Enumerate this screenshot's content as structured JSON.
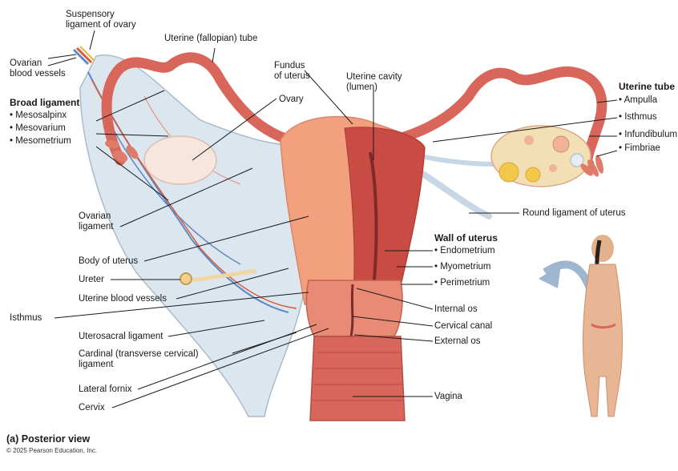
{
  "figure": {
    "caption": "(a) Posterior view",
    "credit": "© 2025 Pearson Education, Inc.",
    "colors": {
      "tube": "#d9665a",
      "uterus": "#f3a07e",
      "uterus_wall": "#c84b44",
      "ligament": "#dce6ef",
      "ovary": "#f6e6dd",
      "vessel_blue": "#5e88c4",
      "vessel_red": "#d85a3c",
      "leader": "#1a1a1a"
    }
  },
  "labels": {
    "suspensory": [
      "Suspensory",
      "ligament of ovary"
    ],
    "ovarian_vessels": [
      "Ovarian",
      "blood vessels"
    ],
    "uterine_tube_left": "Uterine (fallopian) tube",
    "fundus": [
      "Fundus",
      "of uterus"
    ],
    "uterine_cavity": [
      "Uterine cavity",
      "(lumen)"
    ],
    "broad_ligament": {
      "heading": "Broad ligament",
      "items": [
        "• Mesosalpinx",
        "• Mesovarium",
        "• Mesometrium"
      ]
    },
    "ovary": "Ovary",
    "ovarian_ligament": [
      "Ovarian",
      "ligament"
    ],
    "body_of_uterus": "Body of uterus",
    "ureter": "Ureter",
    "uterine_blood_vessels": "Uterine blood vessels",
    "isthmus_left": "Isthmus",
    "uterosacral": "Uterosacral ligament",
    "cardinal": [
      "Cardinal (transverse cervical)",
      "ligament"
    ],
    "lateral_fornix": "Lateral fornix",
    "cervix": "Cervix",
    "uterine_tube_right": {
      "heading": "Uterine tube",
      "items": [
        "• Ampulla",
        "• Isthmus",
        "• Infundibulum",
        "• Fimbriae"
      ]
    },
    "round_ligament": "Round ligament of uterus",
    "wall_of_uterus": {
      "heading": "Wall of uterus",
      "items": [
        "• Endometrium",
        "• Myometrium",
        "• Perimetrium"
      ]
    },
    "internal_os": "Internal os",
    "cervical_canal": "Cervical canal",
    "external_os": "External os",
    "vagina": "Vagina"
  }
}
